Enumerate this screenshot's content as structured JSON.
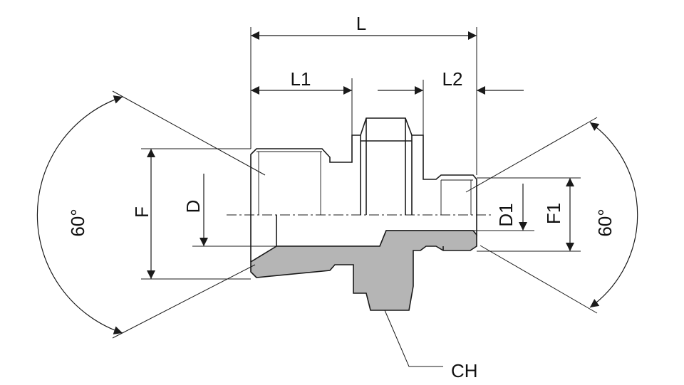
{
  "labels": {
    "overall_length": "L",
    "length_1": "L1",
    "length_2": "L2",
    "thread_f": "F",
    "bore_d": "D",
    "bore_d1": "D1",
    "thread_f1": "F1",
    "angle_left": "60°",
    "angle_right": "60°",
    "hex_ch": "CH"
  },
  "colors": {
    "section_fill": "#b5b5b5",
    "line": "#1a1a1a",
    "background": "#ffffff"
  }
}
